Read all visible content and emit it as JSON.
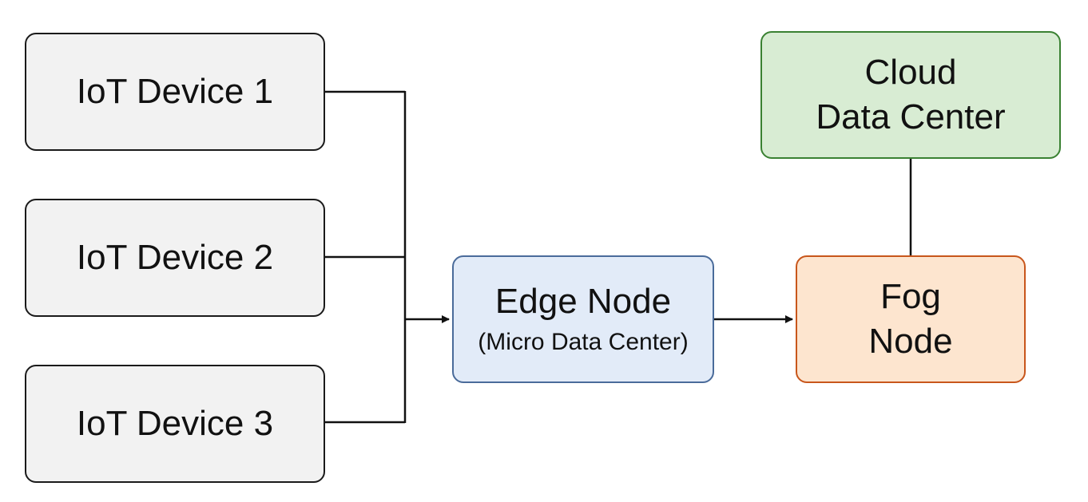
{
  "nodes": {
    "iot_device_1": {
      "label": "IoT Device 1",
      "fill": "#f2f2f2",
      "stroke": "#1a1a1a"
    },
    "iot_device_2": {
      "label": "IoT Device 2",
      "fill": "#f2f2f2",
      "stroke": "#1a1a1a"
    },
    "iot_device_3": {
      "label": "IoT Device 3",
      "fill": "#f2f2f2",
      "stroke": "#1a1a1a"
    },
    "edge_node": {
      "title": "Edge Node",
      "subtitle": "(Micro Data Center)",
      "fill": "#e2ebf8",
      "stroke": "#4a6b9a"
    },
    "fog_node": {
      "line1": "Fog",
      "line2": "Node",
      "fill": "#fde5cf",
      "stroke": "#c8561b"
    },
    "cloud": {
      "line1": "Cloud",
      "line2": "Data Center",
      "fill": "#d8ecd3",
      "stroke": "#3a8132"
    }
  },
  "edges": [
    {
      "from": "iot_device_1",
      "to": "edge_node",
      "arrow": true
    },
    {
      "from": "iot_device_2",
      "to": "edge_node",
      "arrow": true
    },
    {
      "from": "iot_device_3",
      "to": "edge_node",
      "arrow": true
    },
    {
      "from": "edge_node",
      "to": "fog_node",
      "arrow": true
    },
    {
      "from": "fog_node",
      "to": "cloud",
      "arrow": false
    }
  ]
}
